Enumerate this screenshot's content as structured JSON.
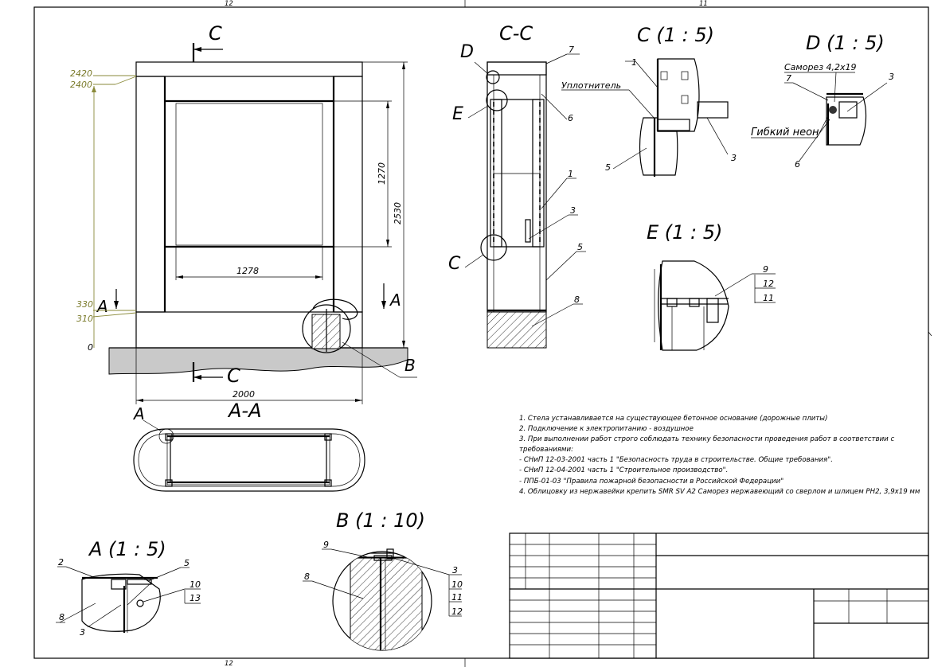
{
  "sheet": {
    "zone_top_left": "12",
    "zone_top_right": "11",
    "zone_bottom": "12"
  },
  "front_view": {
    "cut_label_top": "C",
    "cut_label_bottom": "C",
    "cut_label_left": "A",
    "cut_label_right": "A",
    "callout_b": "B",
    "elevations": [
      "2420",
      "2400",
      "330",
      "310",
      "0"
    ],
    "dim_inner_height": "1270",
    "dim_total_height": "2530",
    "dim_inner_width": "1278",
    "dim_total_width": "2000"
  },
  "section_cc": {
    "title": "C-C",
    "callouts": [
      "D",
      "E",
      "C"
    ],
    "positions": [
      "7",
      "6",
      "1",
      "3",
      "5",
      "8"
    ]
  },
  "detail_c": {
    "title": "C (1 : 5)",
    "seal_label": "Уплотнитель",
    "positions": [
      "1",
      "5",
      "3"
    ]
  },
  "detail_d": {
    "title": "D (1 : 5)",
    "screw_label": "Саморез 4,2x19",
    "neon_label": "Гибкий неон",
    "positions": [
      "7",
      "3",
      "6"
    ]
  },
  "detail_e": {
    "title": "E (1 : 5)",
    "positions": [
      "9",
      "12",
      "11"
    ]
  },
  "section_aa": {
    "title": "A-A",
    "callout": "A"
  },
  "detail_a": {
    "title": "A (1 : 5)",
    "positions": [
      "2",
      "5",
      "10",
      "13",
      "8",
      "3"
    ]
  },
  "detail_b": {
    "title": "B (1 : 10)",
    "positions": [
      "9",
      "8",
      "3",
      "10",
      "11",
      "12"
    ]
  },
  "notes": [
    "1. Стела устанавливается на существующее бетонное основание (дорожные плиты)",
    "2. Подключение к электропитанию - воздушное",
    "3. При выполнении работ строго соблюдать технику безопасности проведения работ в соответствии с",
    "требованиями:",
    "- СНиП 12-03-2001 часть 1 \"Безопасность труда в строительстве. Общие требования\".",
    "- СНиП 12-04-2001 часть 1 \"Строительное производство\".",
    "- ППБ-01-03 \"Правила пожарной безопасности в Российской Федерации\"",
    "4. Облицовку из нержавейки крепить SMR SV A2 Саморез нержавеющий со сверлом и шлицем PH2, 3,9x19 мм"
  ]
}
